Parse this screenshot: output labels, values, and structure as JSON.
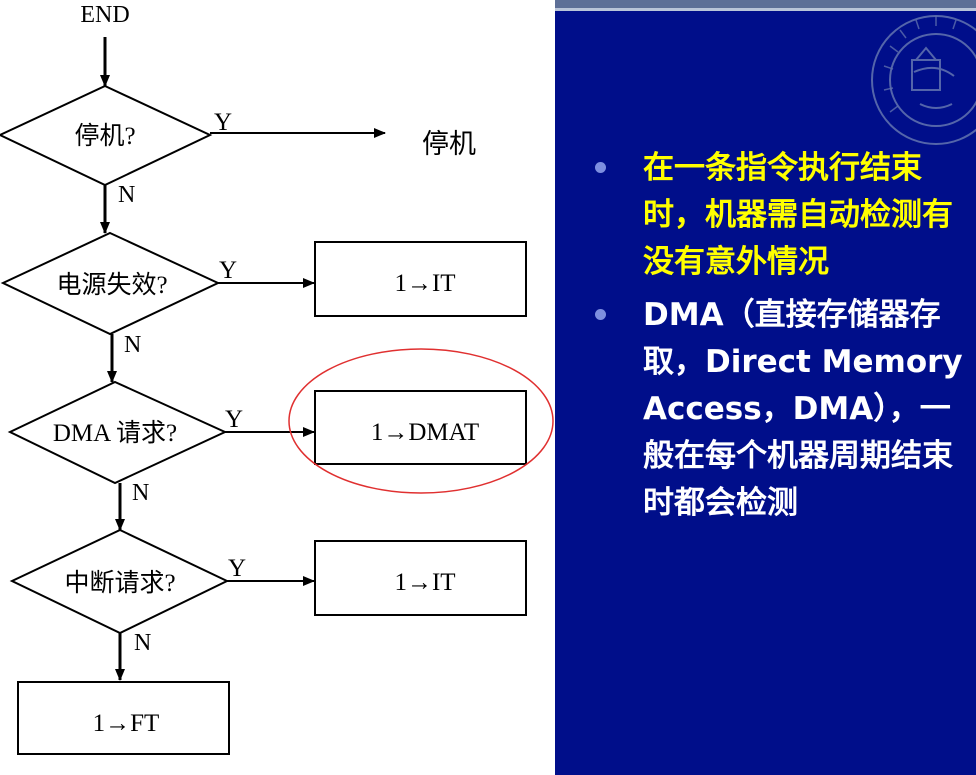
{
  "flowchart": {
    "start_label": "END",
    "decisions": [
      {
        "label": "停机?",
        "yes": "Y",
        "no": "N"
      },
      {
        "label": "电源失效?",
        "yes": "Y",
        "no": "N"
      },
      {
        "label": "DMA 请求?",
        "yes": "Y",
        "no": "N"
      },
      {
        "label": "中断请求?",
        "yes": "Y",
        "no": "N"
      }
    ],
    "halt_label": "停机",
    "boxes": [
      "1→IT",
      "1→DMAT",
      "1→IT"
    ],
    "final_box": "1→FT",
    "highlight_color": "#e03030"
  },
  "panel": {
    "bullets": [
      "在一条指令执行结束时，机器需自动检测有没有意外情况",
      "DMA（直接存储器存取，Direct Memory Access，DMA），一般在每个机器周期结束时都会检测"
    ],
    "bullet1_color": "#ffff00",
    "bullet2_color": "#ffffff",
    "background": "#000e8a"
  }
}
